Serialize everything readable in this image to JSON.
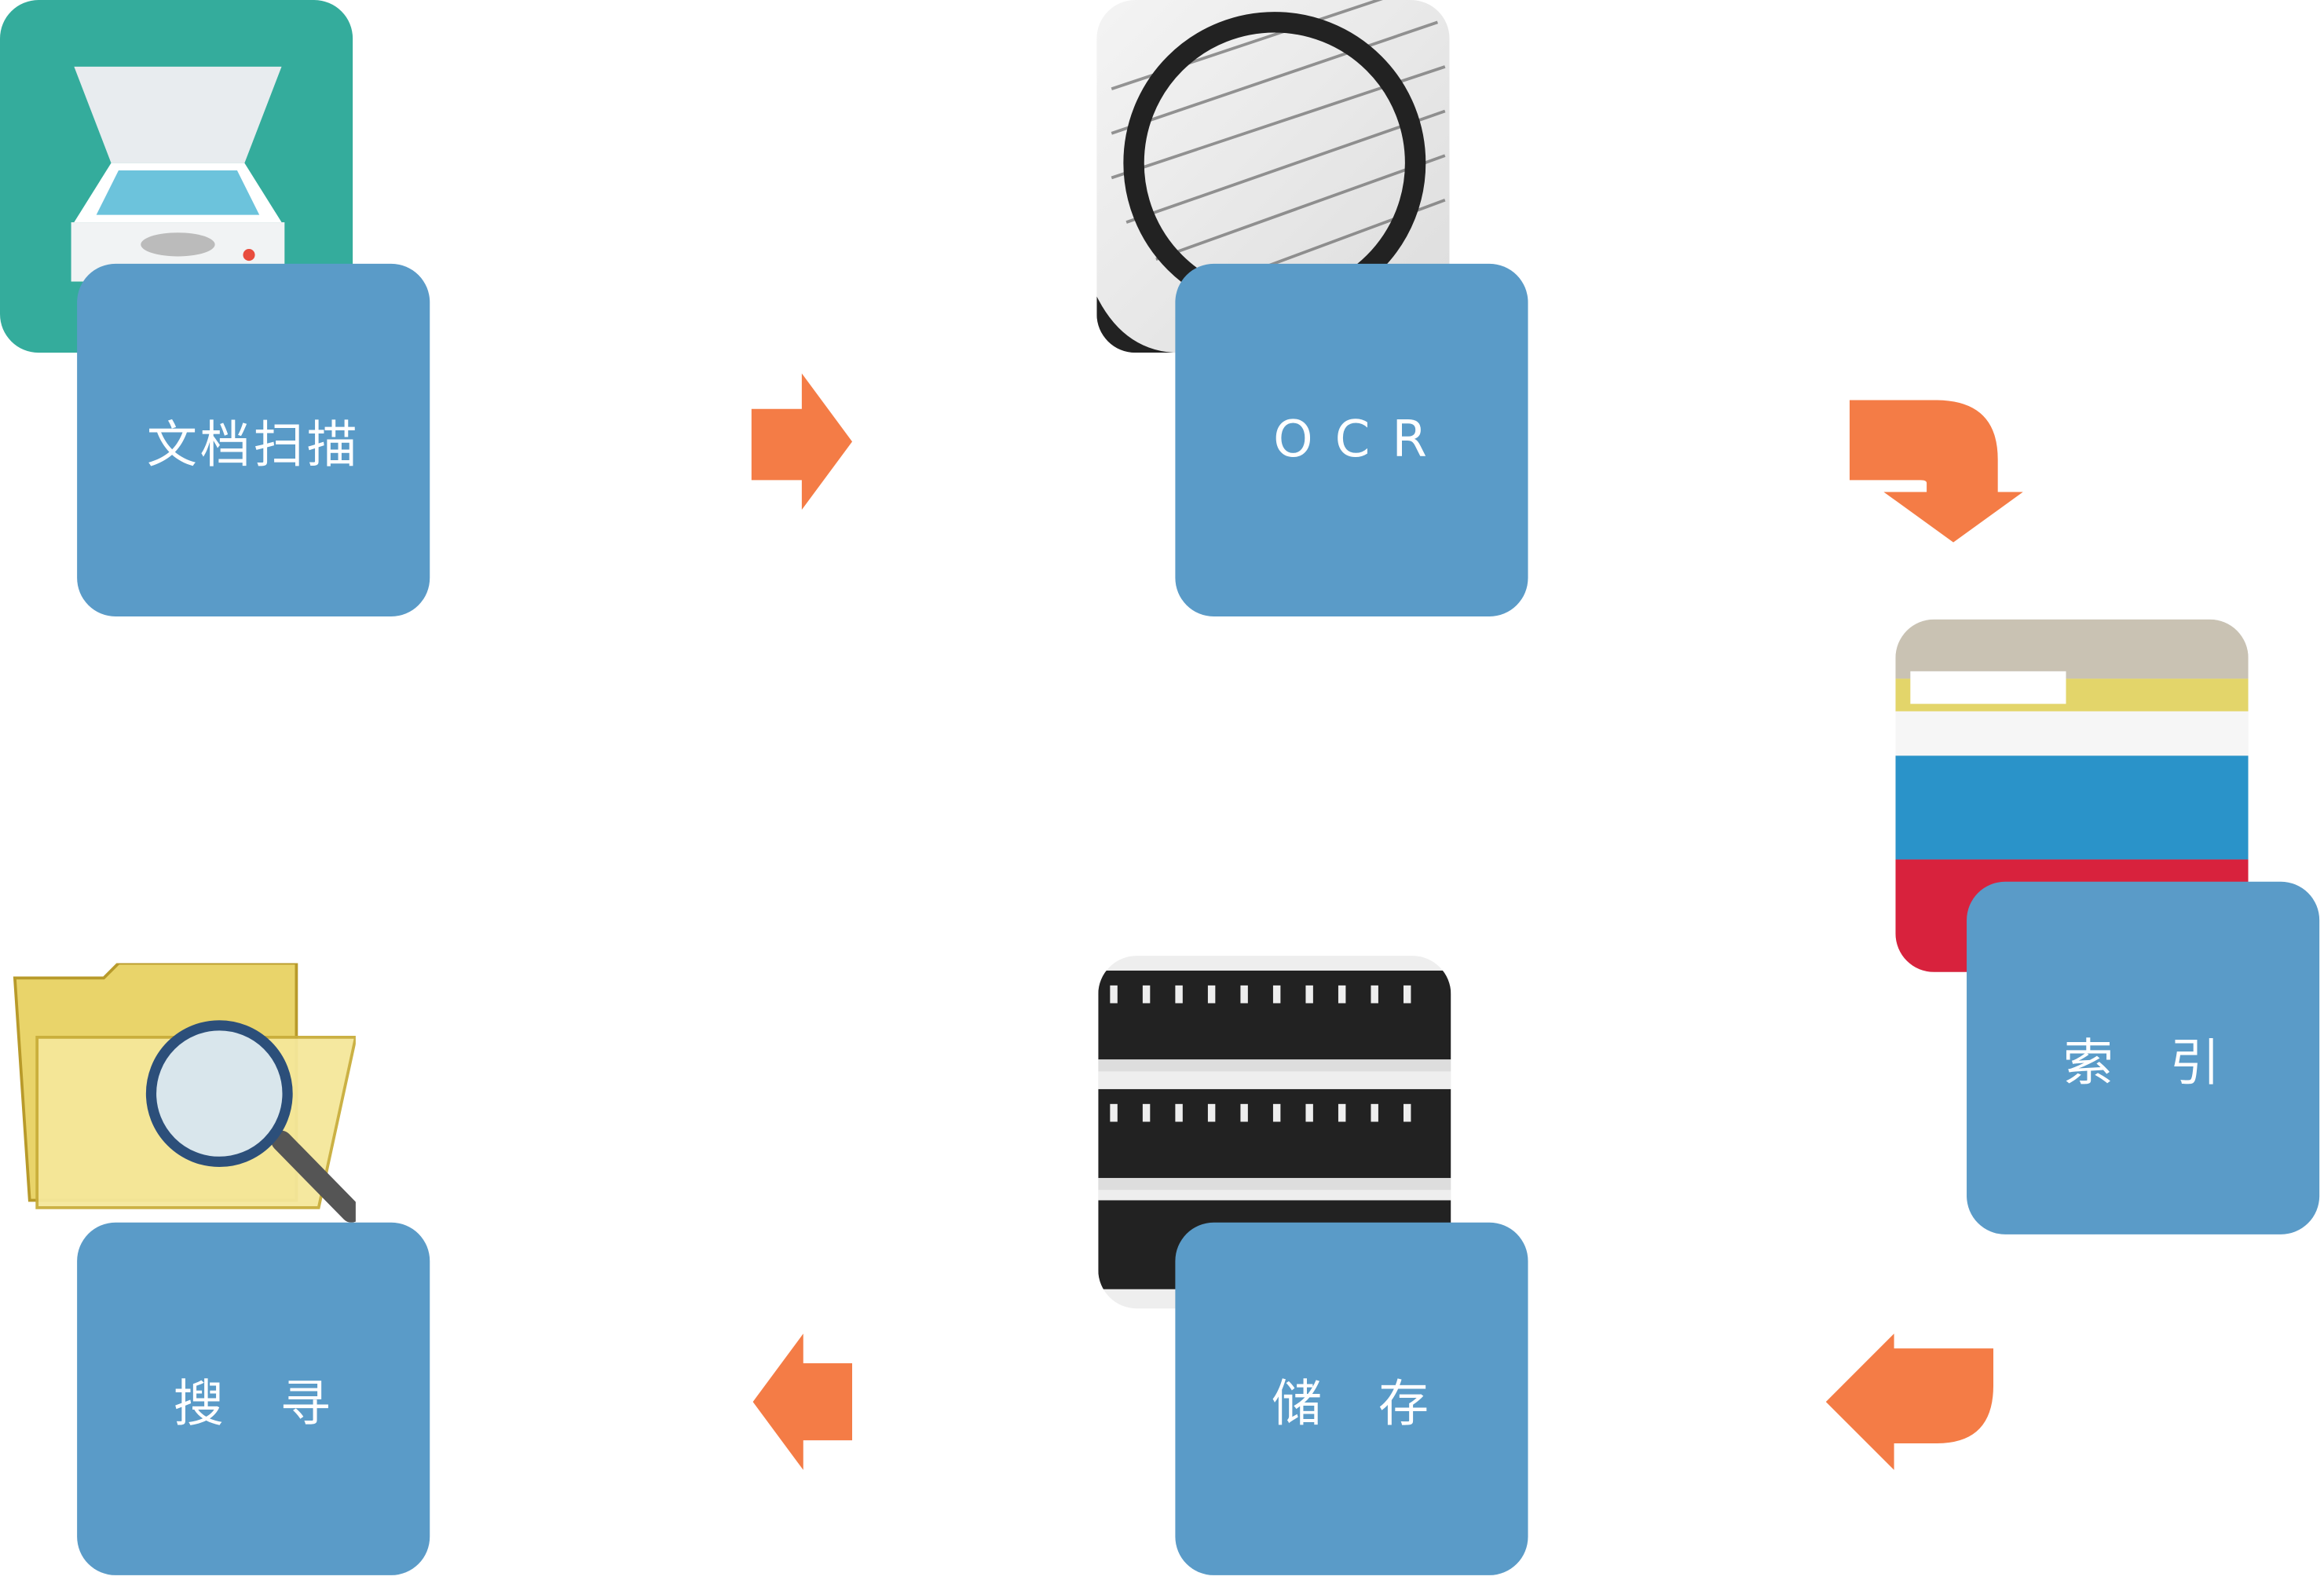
{
  "steps": [
    {
      "label": "文档扫描",
      "icon": "scanner-icon"
    },
    {
      "label": "O C R",
      "icon": "magnifier-document-image"
    },
    {
      "label": "索　引",
      "icon": "hanging-folders-image"
    },
    {
      "label": "储　存",
      "icon": "binder-shelf-image"
    },
    {
      "label": "搜　寻",
      "icon": "folder-search-icon"
    }
  ],
  "colors": {
    "card": "#5A9BC8",
    "arrow": "#F47C46",
    "scanner_bg": "#34AC9C"
  }
}
